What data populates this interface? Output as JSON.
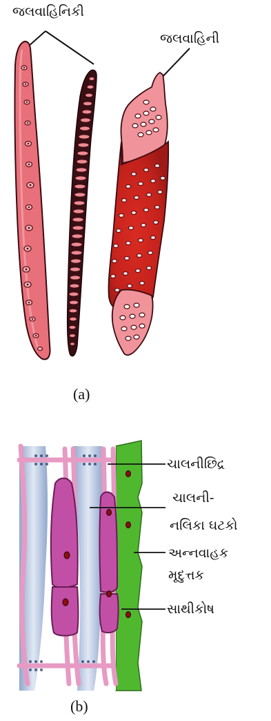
{
  "figure_a": {
    "label_tracheids": "જલવાહિનિકી",
    "label_vessel": "જલવાહિની",
    "caption": "(a)"
  },
  "figure_b": {
    "label_sieve_pore": "ચાલનીછિદ્ર",
    "label_sieve_tube_line1": "ચાલની-",
    "label_sieve_tube_line2": "નલિકા ઘટકો",
    "label_phloem_parenchyma_line1": "અન્નવાહક",
    "label_phloem_parenchyma_line2": "મૃદુત્તક",
    "label_companion_cell": "સાથીકોષ",
    "caption": "(b)"
  },
  "colors": {
    "tracheid_fill": "#e8707a",
    "vessel_fill": "#d42a22",
    "sieve_wall": "#e79ac3",
    "sieve_cell": "#c24fa6",
    "companion_green": "#4fb82f",
    "phloem_blue": "#8aa3cc"
  }
}
